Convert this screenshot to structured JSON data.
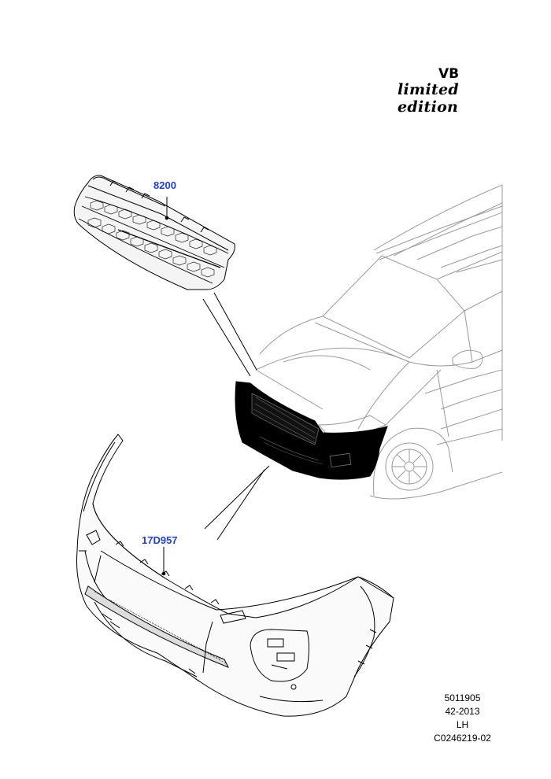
{
  "header": {
    "model_code": "VB",
    "edition": "limited edition"
  },
  "callouts": {
    "grille": "8200",
    "bumper": "17D957"
  },
  "footer": {
    "drawing_no": "5011905",
    "date_code": "42-2013",
    "side": "LH",
    "ref_code": "C0246219-02"
  },
  "colors": {
    "callout": "#1f3fd6",
    "line": "#000000",
    "vehicle_line": "#9a9a9a",
    "highlight": "#000000"
  }
}
